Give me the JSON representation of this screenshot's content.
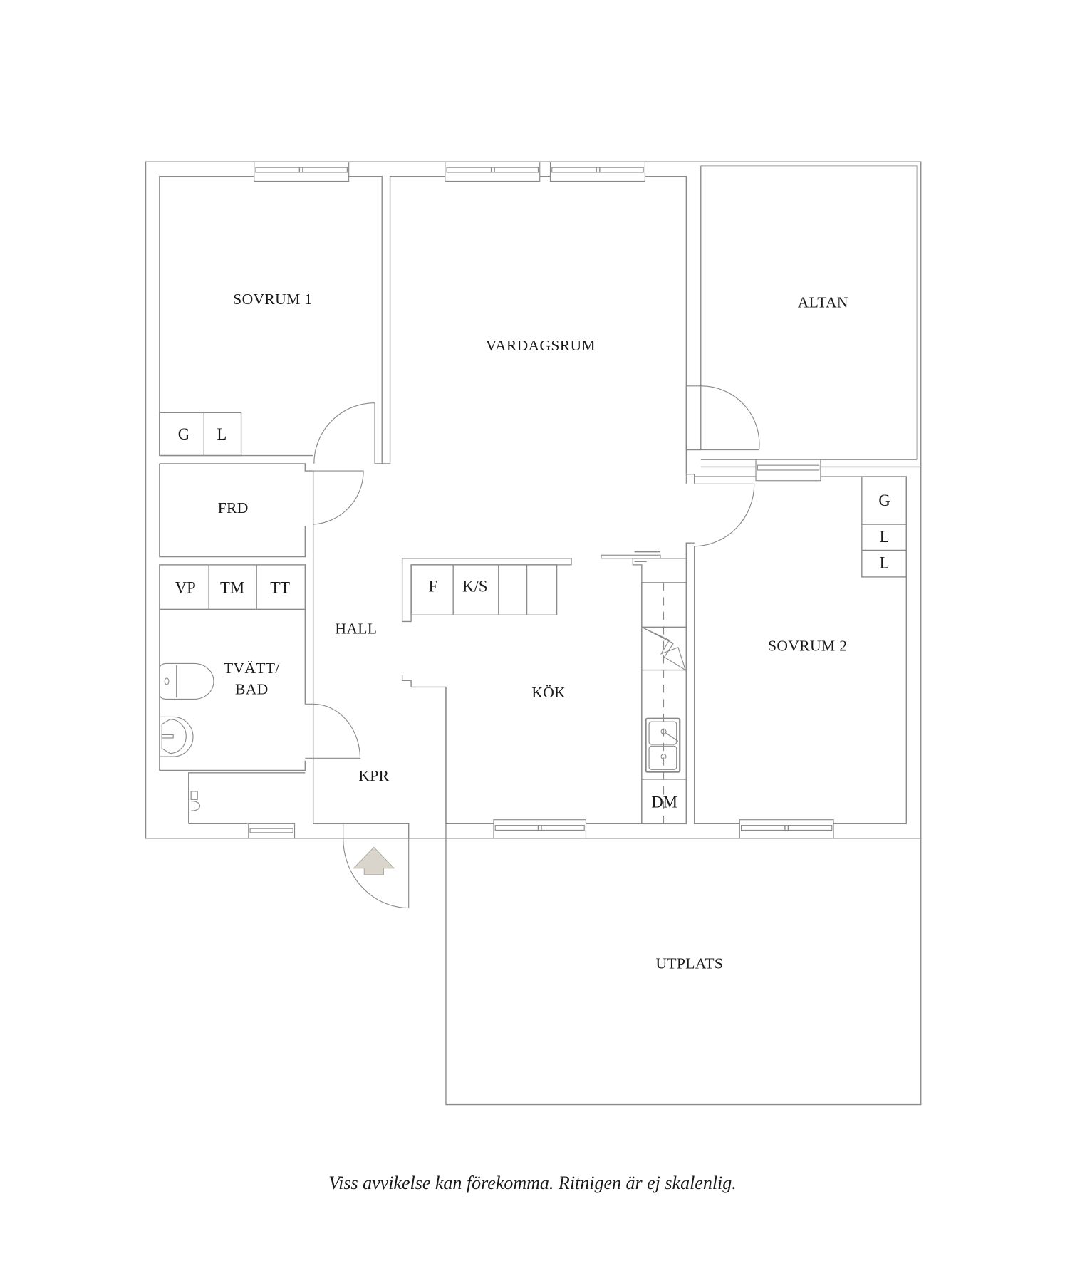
{
  "floorplan": {
    "rooms": {
      "sovrum1": "SOVRUM 1",
      "vardagsrum": "VARDAGSRUM",
      "altan": "ALTAN",
      "frd": "FRD",
      "hall": "HALL",
      "tvatt_bad_line1": "TVÄTT/",
      "tvatt_bad_line2": "BAD",
      "kpr": "KPR",
      "kok": "KÖK",
      "sovrum2": "SOVRUM 2",
      "utplats": "UTPLATS"
    },
    "storage": {
      "sovrum1": [
        "G",
        "L"
      ],
      "laundry": [
        "VP",
        "TM",
        "TT"
      ],
      "kitchen": [
        "F",
        "K/S",
        "",
        ""
      ],
      "sovrum2": [
        "G",
        "L",
        "L"
      ],
      "dishwasher": "DM"
    },
    "icons": [
      "entrance-arrow-icon",
      "toilet-icon",
      "washbasin-icon",
      "shower-icon",
      "sink-icon",
      "stove-icon"
    ],
    "colors": {
      "walls": "#8a8a8a",
      "entrance_arrow": "#d9d5cc",
      "text": "#1a1a1a"
    }
  },
  "footer": {
    "disclaimer": "Viss avvikelse kan förekomma. Ritnigen är ej skalenlig."
  }
}
